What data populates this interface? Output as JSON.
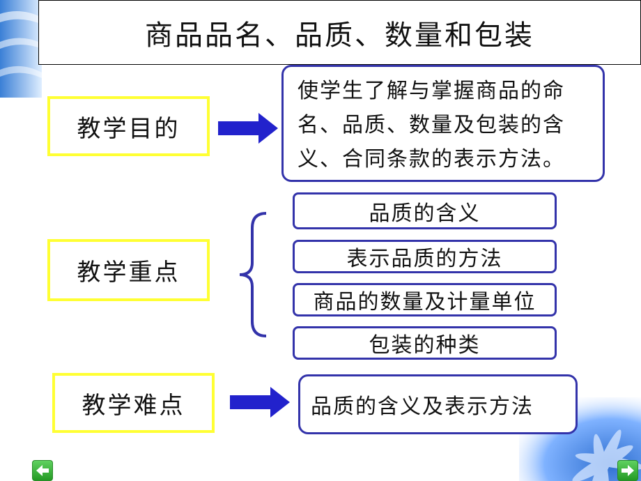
{
  "slide": {
    "title": "商品品名、品质、数量和包装",
    "objective": {
      "label": "教学目的",
      "text": "使学生了解与掌握商品的命名、品质、数量及包装的含义、合同条款的表示方法。"
    },
    "key_points": {
      "label": "教学重点",
      "items": [
        "品质的含义",
        "表示品质的方法",
        "商品的数量及计量单位",
        "包装的种类"
      ]
    },
    "difficulty": {
      "label": "教学难点",
      "text": "品质的含义及表示方法"
    }
  },
  "colors": {
    "box_border": "#3333aa",
    "label_border": "#ffff33",
    "arrow": "#2222cc",
    "nav": "#249a24"
  },
  "nav": {
    "prev_icon": "left-arrow-icon",
    "next_icon": "right-arrow-icon"
  }
}
